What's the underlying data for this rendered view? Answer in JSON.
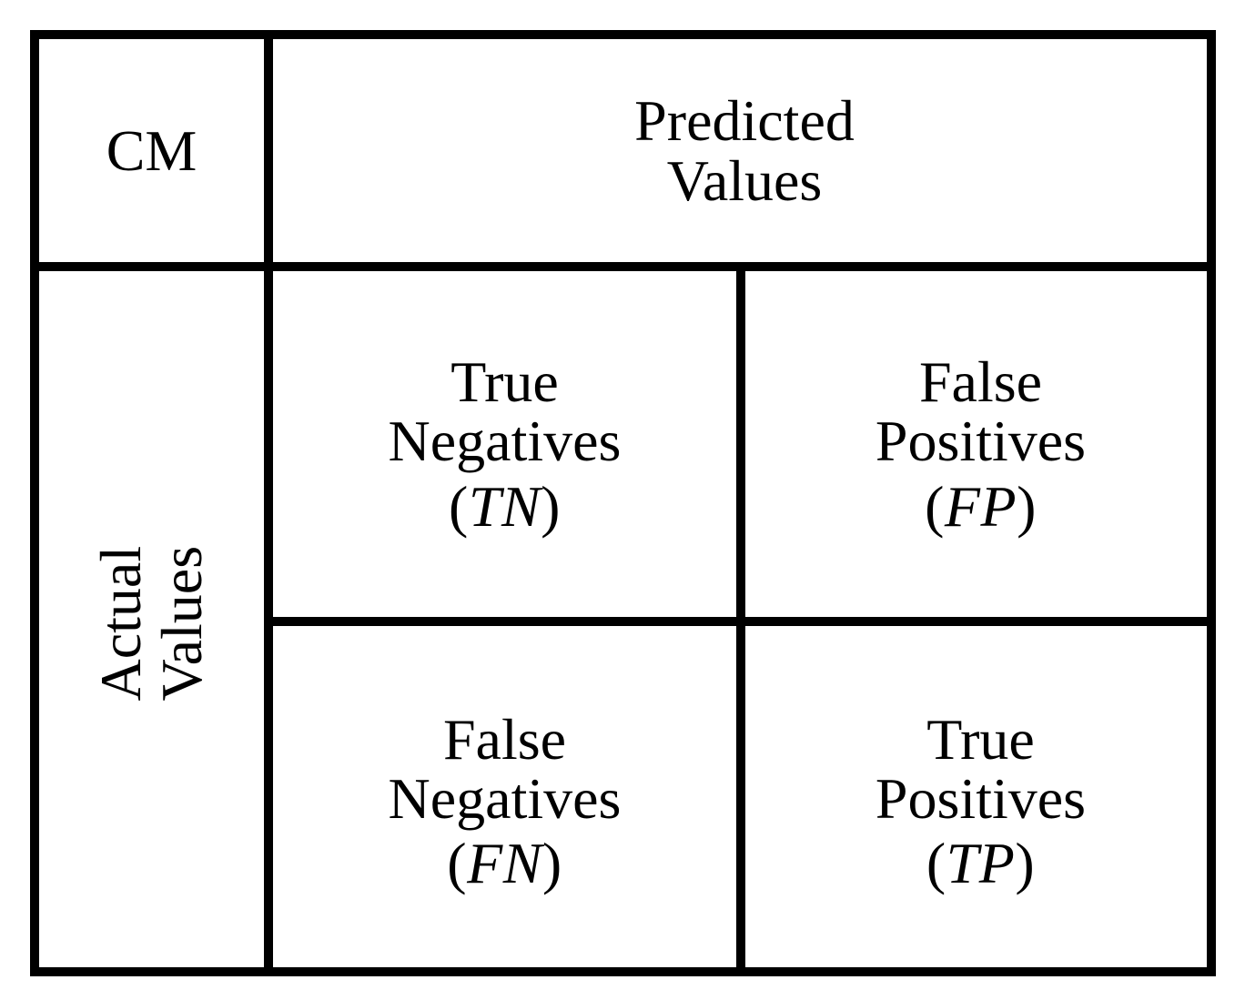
{
  "diagram": {
    "type": "confusion-matrix",
    "corner_label": "CM",
    "column_header": {
      "line1": "Predicted",
      "line2": "Values"
    },
    "row_header": {
      "line1": "Actual",
      "line2": "Values",
      "orientation": "rotated-90-ccw"
    },
    "colors": {
      "background": "#ffffff",
      "line": "#000000",
      "text": "#000000"
    },
    "cells": [
      {
        "id": "true-negatives",
        "line1": "True",
        "line2": "Negatives",
        "abbr_open": "(",
        "abbr": "TN",
        "abbr_close": ")",
        "row": "actual-negative",
        "col": "predicted-negative"
      },
      {
        "id": "false-positives",
        "line1": "False",
        "line2": "Positives",
        "abbr_open": "(",
        "abbr": "FP",
        "abbr_close": ")",
        "row": "actual-negative",
        "col": "predicted-positive"
      },
      {
        "id": "false-negatives",
        "line1": "False",
        "line2": "Negatives",
        "abbr_open": "(",
        "abbr": "FN",
        "abbr_close": ")",
        "row": "actual-positive",
        "col": "predicted-negative"
      },
      {
        "id": "true-positives",
        "line1": "True",
        "line2": "Positives",
        "abbr_open": "(",
        "abbr": "TP",
        "abbr_close": ")",
        "row": "actual-positive",
        "col": "predicted-positive"
      }
    ]
  }
}
